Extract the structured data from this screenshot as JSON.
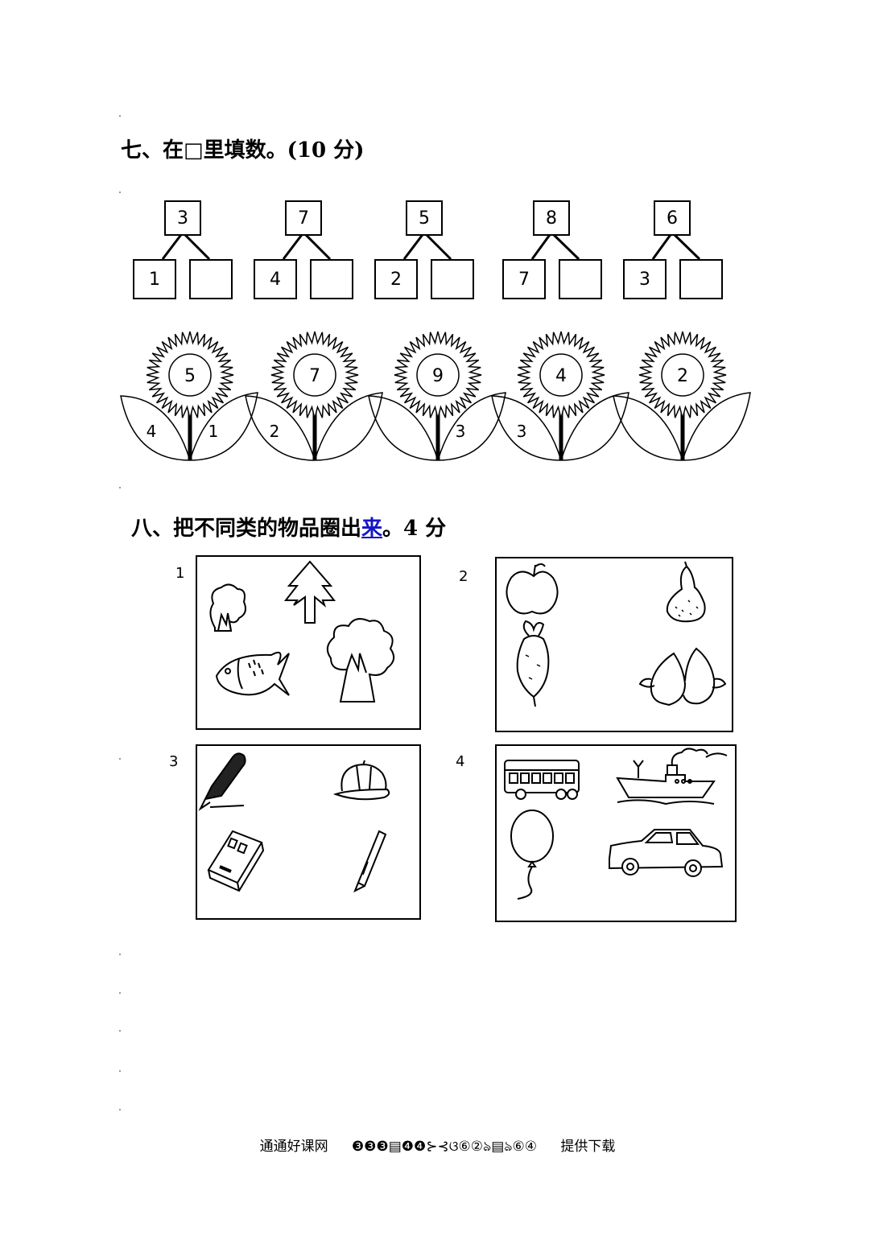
{
  "section7": {
    "title": "七、在□里填数。(10 分)",
    "trees": [
      {
        "top": "3",
        "left": "1",
        "right": ""
      },
      {
        "top": "7",
        "left": "4",
        "right": ""
      },
      {
        "top": "5",
        "left": "2",
        "right": ""
      },
      {
        "top": "8",
        "left": "7",
        "right": ""
      },
      {
        "top": "6",
        "left": "3",
        "right": ""
      }
    ],
    "flowers": [
      "5",
      "7",
      "9",
      "4",
      "2"
    ],
    "leaves": [
      {
        "label": "4"
      },
      {
        "label": "1"
      },
      {
        "label": "2"
      },
      {
        "label": ""
      },
      {
        "label": ""
      },
      {
        "label": "3"
      },
      {
        "label": "3"
      },
      {
        "label": ""
      },
      {
        "label": ""
      },
      {
        "label": ""
      }
    ]
  },
  "section8": {
    "title_prefix": "八、把不同类的物品圈出",
    "title_link": "来",
    "title_suffix": "。4 分",
    "panels": [
      {
        "number": "1",
        "items": [
          "tree",
          "pine-tree",
          "fish",
          "big-tree"
        ]
      },
      {
        "number": "2",
        "items": [
          "apple",
          "pear",
          "radish",
          "peach"
        ]
      },
      {
        "number": "3",
        "items": [
          "pen",
          "cap",
          "pencil-box",
          "pencil"
        ]
      },
      {
        "number": "4",
        "items": [
          "bus",
          "ship",
          "balloon",
          "car"
        ]
      }
    ]
  },
  "footer": {
    "site": "通通好课网",
    "garbled": "❸❸❸▤❹❹⊱⊰ଓ⑥②ঌ▤ঌ⑥④",
    "download": "提供下载"
  }
}
